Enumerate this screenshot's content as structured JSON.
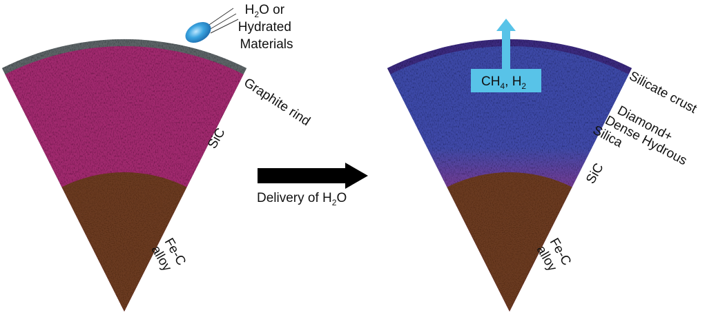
{
  "left_panel": {
    "impactor_label": {
      "line1_prefix": "H",
      "line1_sub": "2",
      "line1_suffix": "O or",
      "line2": "Hydrated",
      "line3": "Materials"
    },
    "crust_label": "Graphite rind",
    "mantle_label": "SiC",
    "core_label": {
      "line1": "Fe-C",
      "line2": "alloy"
    }
  },
  "transition": {
    "label_prefix": "Delivery of H",
    "label_sub": "2",
    "label_suffix": "O"
  },
  "right_panel": {
    "gas_label": {
      "part1": "CH",
      "sub1": "4",
      "part2": ", H",
      "sub2": "2"
    },
    "crust_label": "Silicate crust",
    "upper_mantle_label": {
      "line1": "Diamond+",
      "line2": "Dense Hydrous",
      "line3": "Silica"
    },
    "mantle_label": "SiC",
    "core_label": {
      "line1": "Fe-C",
      "line2": "alloy"
    }
  },
  "colors": {
    "graphite": "#5c6466",
    "sic": "#a02a6e",
    "core": "#6b3a22",
    "silicate_crust": "#3a2b7d",
    "hydrous_layer": "#3c4aa6",
    "arrow": "#000000",
    "gas_arrow": "#58c3e8",
    "droplet": "#3aa4e0"
  }
}
